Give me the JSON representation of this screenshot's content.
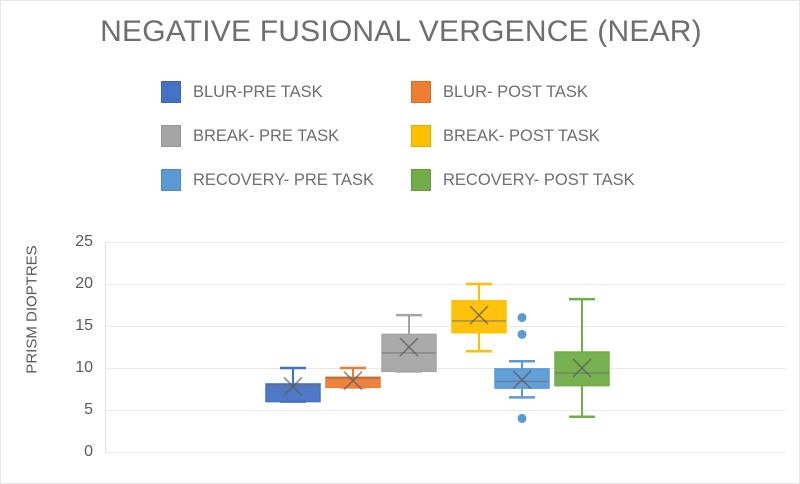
{
  "chart_data": {
    "type": "box",
    "title": "NEGATIVE FUSIONAL VERGENCE (NEAR)",
    "xlabel": "",
    "ylabel": "PRISM DIOPTRES",
    "ylim": [
      0,
      25
    ],
    "yticks": [
      0,
      5,
      10,
      15,
      20,
      25
    ],
    "grid": true,
    "legend_position": "top",
    "categories": [
      "BLUR-PRE TASK",
      "BLUR- POST TASK",
      "BREAK- PRE TASK",
      "BREAK- POST TASK",
      "RECOVERY- PRE TASK",
      "RECOVERY- POST TASK"
    ],
    "series": [
      {
        "name": "BLUR-PRE TASK",
        "color": "#4472C4",
        "whisker_low": 6.0,
        "q1": 6.0,
        "median": 8.0,
        "mean": 7.8,
        "q3": 8.1,
        "whisker_high": 10.0,
        "outliers": []
      },
      {
        "name": "BLUR- POST TASK",
        "color": "#ED7D31",
        "whisker_low": 7.7,
        "q1": 7.7,
        "median": 8.8,
        "mean": 8.5,
        "q3": 8.9,
        "whisker_high": 10.0,
        "outliers": []
      },
      {
        "name": "BREAK- PRE TASK",
        "color": "#A5A5A5",
        "whisker_low": 9.6,
        "q1": 9.6,
        "median": 11.8,
        "mean": 12.5,
        "q3": 14.0,
        "whisker_high": 16.3,
        "outliers": []
      },
      {
        "name": "BREAK- POST TASK",
        "color": "#FFC000",
        "whisker_low": 12.0,
        "q1": 14.2,
        "median": 15.6,
        "mean": 16.3,
        "q3": 18.0,
        "whisker_high": 20.0,
        "outliers": []
      },
      {
        "name": "RECOVERY- PRE TASK",
        "color": "#5B9BD5",
        "whisker_low": 6.5,
        "q1": 7.6,
        "median": 8.4,
        "mean": 8.6,
        "q3": 9.9,
        "whisker_high": 10.8,
        "outliers": [
          16.0,
          14.0,
          4.0
        ]
      },
      {
        "name": "RECOVERY- POST TASK",
        "color": "#70AD47",
        "whisker_low": 4.2,
        "q1": 7.9,
        "median": 9.4,
        "mean": 10.0,
        "q3": 11.9,
        "whisker_high": 18.2,
        "outliers": []
      }
    ]
  },
  "title": {
    "text": "NEGATIVE FUSIONAL VERGENCE (NEAR)"
  },
  "legend": {
    "items": [
      {
        "label": "BLUR-PRE TASK",
        "color": "#4472C4",
        "col": 0,
        "row": 0
      },
      {
        "label": "BLUR- POST TASK",
        "color": "#ED7D31",
        "col": 1,
        "row": 0
      },
      {
        "label": "BREAK- PRE TASK",
        "color": "#A5A5A5",
        "col": 0,
        "row": 1
      },
      {
        "label": "BREAK- POST TASK",
        "color": "#FFC000",
        "col": 1,
        "row": 1
      },
      {
        "label": "RECOVERY- PRE TASK",
        "color": "#5B9BD5",
        "col": 0,
        "row": 2
      },
      {
        "label": "RECOVERY- POST TASK",
        "color": "#70AD47",
        "col": 1,
        "row": 2
      }
    ]
  },
  "axis": {
    "y_title": "PRISM DIOPTRES",
    "ticks": [
      "25",
      "20",
      "15",
      "10",
      "5",
      "0"
    ]
  }
}
